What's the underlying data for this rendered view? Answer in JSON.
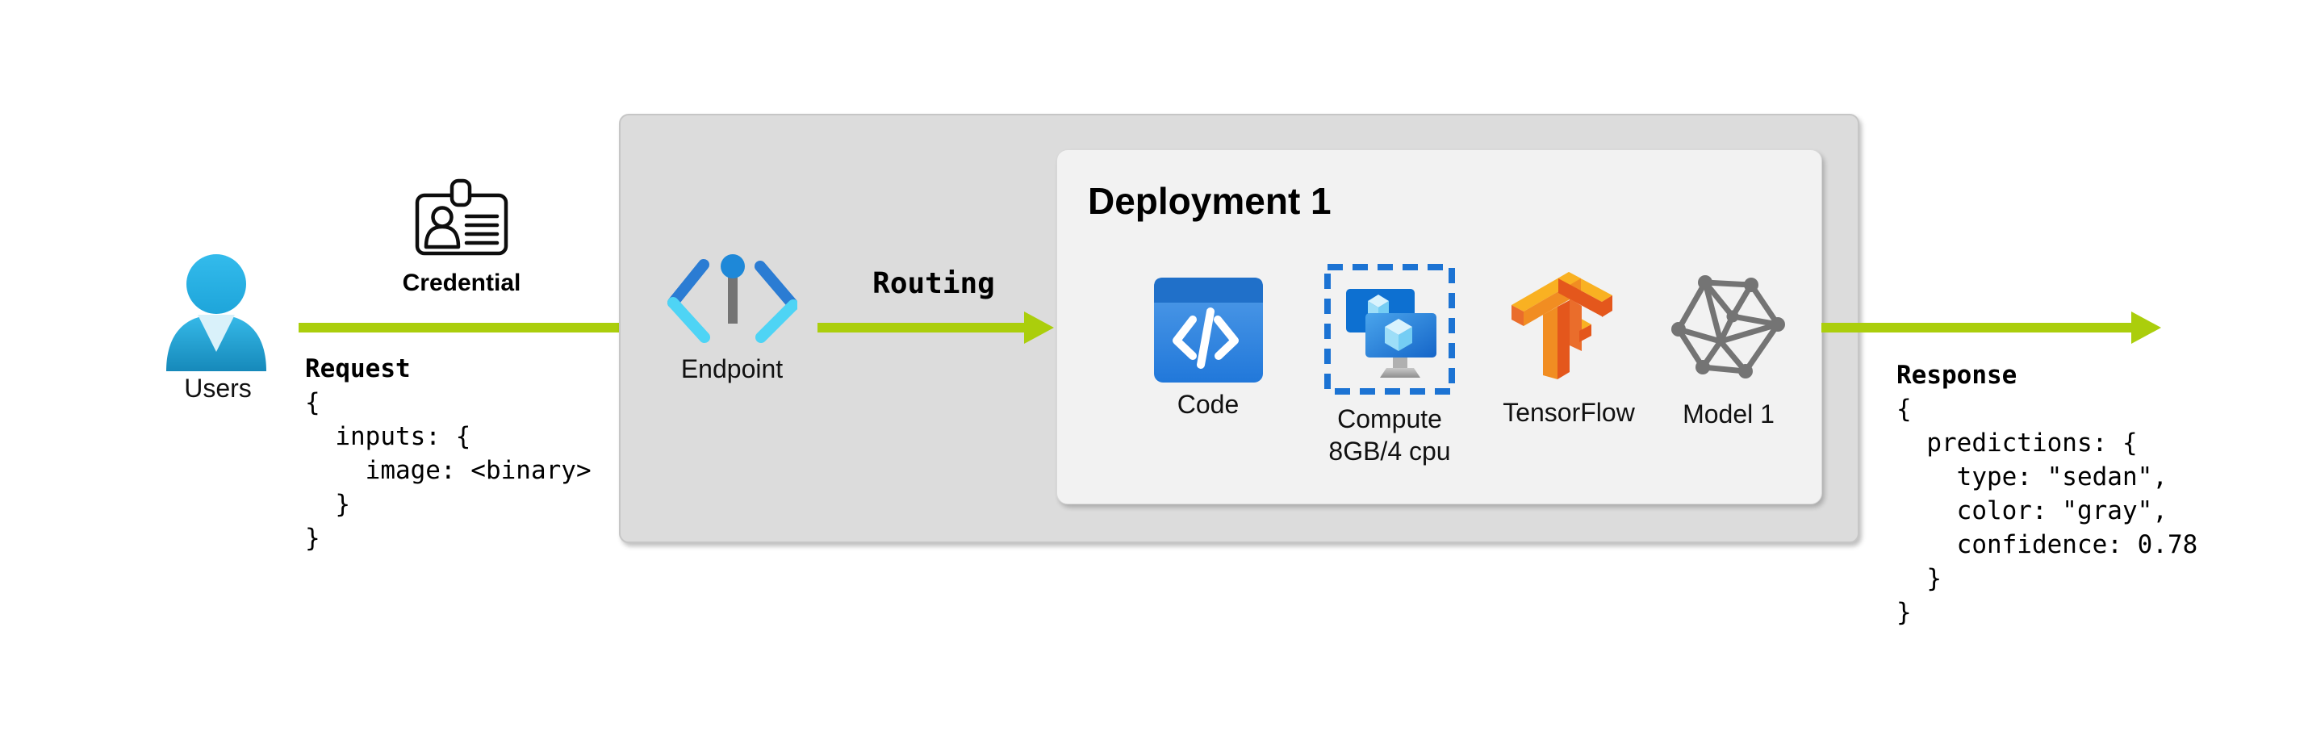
{
  "nodes": {
    "users": {
      "label": "Users"
    },
    "credential": {
      "label": "Credential"
    },
    "endpoint": {
      "label": "Endpoint"
    },
    "routing": {
      "label": "Routing"
    },
    "deployment": {
      "title": "Deployment 1",
      "items": [
        {
          "label": "Code"
        },
        {
          "label": "Compute",
          "spec": "8GB/4 cpu"
        },
        {
          "label": "TensorFlow"
        },
        {
          "label": "Model 1"
        }
      ]
    }
  },
  "request": {
    "title": "Request",
    "body": "{\n  inputs: {\n    image: <binary>\n  }\n}"
  },
  "response": {
    "title": "Response",
    "body": "{\n  predictions: {\n    type: \"sedan\",\n    color: \"gray\",\n    confidence: 0.78\n  }\n}"
  },
  "icons": {
    "users": "person-icon",
    "credential": "id-badge-icon",
    "endpoint": "endpoint-brackets-icon",
    "code": "code-window-icon",
    "compute": "virtual-machines-icon",
    "tensorflow": "tensorflow-logo-icon",
    "model": "model-network-icon"
  },
  "colors": {
    "arrow": "#abce0c",
    "outer_box_fill": "#dcdcdc",
    "inner_box_fill": "#f2f2f2",
    "azure_blue": "#1f75d2",
    "endpoint_dark_blue": "#2b7cd3",
    "endpoint_cyan": "#4ed4f5",
    "users_blue": "#2ab3e8",
    "tf_light": "#f9b122",
    "tf_mid": "#f18d22",
    "tf_dark": "#e4571c",
    "model_gray": "#747474"
  }
}
